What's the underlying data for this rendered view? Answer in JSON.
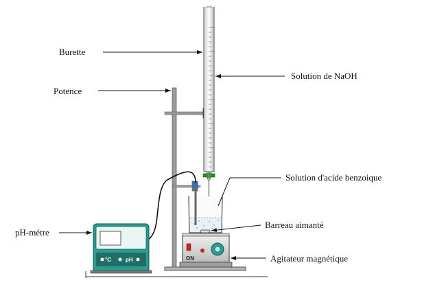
{
  "labels": {
    "burette": "Burette",
    "potence": "Potence",
    "naoh": "Solution de NaOH",
    "acide": "Solution d'acide benzoique",
    "barreau": "Barreau aimanté",
    "phmetre": "pH-métre",
    "agitateur": "Agitateur magnétique"
  },
  "device": {
    "on_label": "ON",
    "celsius_label": "°C",
    "ph_label": "pH"
  },
  "colors": {
    "meter_body": "#2a9d8f",
    "meter_dark": "#1f6f66",
    "rod": "#9a9a9a",
    "clamp": "#5a5a5a",
    "stopcock": "#2e8b2e",
    "probe_tip": "#2f6fd6",
    "stirrer_knob": "#2a9d8f",
    "indicator": "#cc2222"
  }
}
